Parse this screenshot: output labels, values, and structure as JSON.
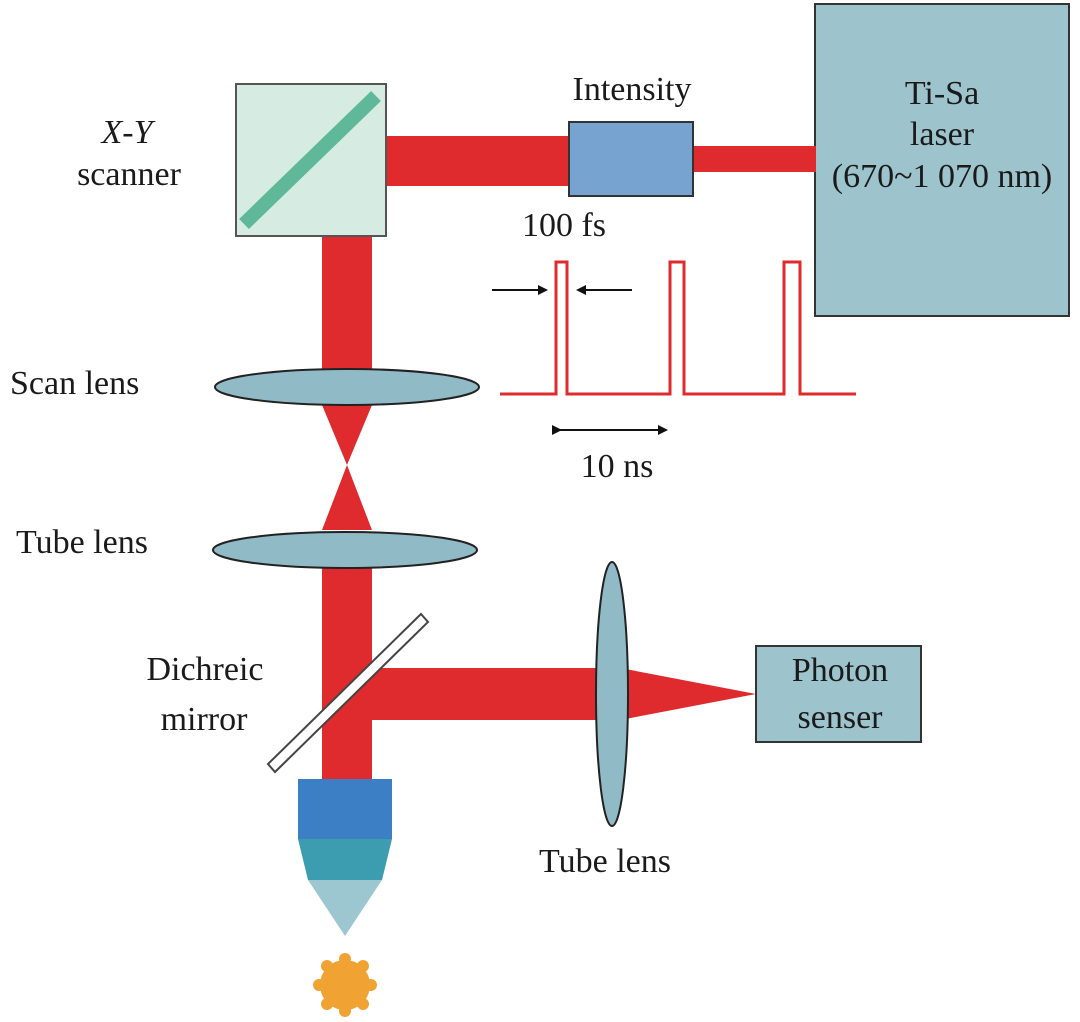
{
  "labels": {
    "xy_scanner_line1": "X-Y",
    "xy_scanner_line2": "scanner",
    "intensity": "Intensity",
    "laser_line1": "Ti-Sa",
    "laser_line2": "laser",
    "laser_line3": "(670~1 070 nm)",
    "pulse_width": "100 fs",
    "pulse_period": "10 ns",
    "scan_lens": "Scan lens",
    "tube_lens_upper": "Tube lens",
    "dichroic_line1": "Dichreic",
    "dichroic_line2": "mirror",
    "photon_line1": "Photon",
    "photon_line2": "senser",
    "tube_lens_lower": "Tube lens"
  },
  "colors": {
    "beam": "#df2a2e",
    "laser_box": "#9dc3cc",
    "intensity_box": "#76a3cf",
    "scanner_box": "#d6ece2",
    "scanner_mirror": "#5fb89a",
    "lens": "#8fbac6",
    "objective_top": "#3d7fc4",
    "objective_mid": "#3c9cb0",
    "objective_tip": "#9cc7d1",
    "sample": "#f0a332",
    "pulse": "#df2a2e"
  }
}
